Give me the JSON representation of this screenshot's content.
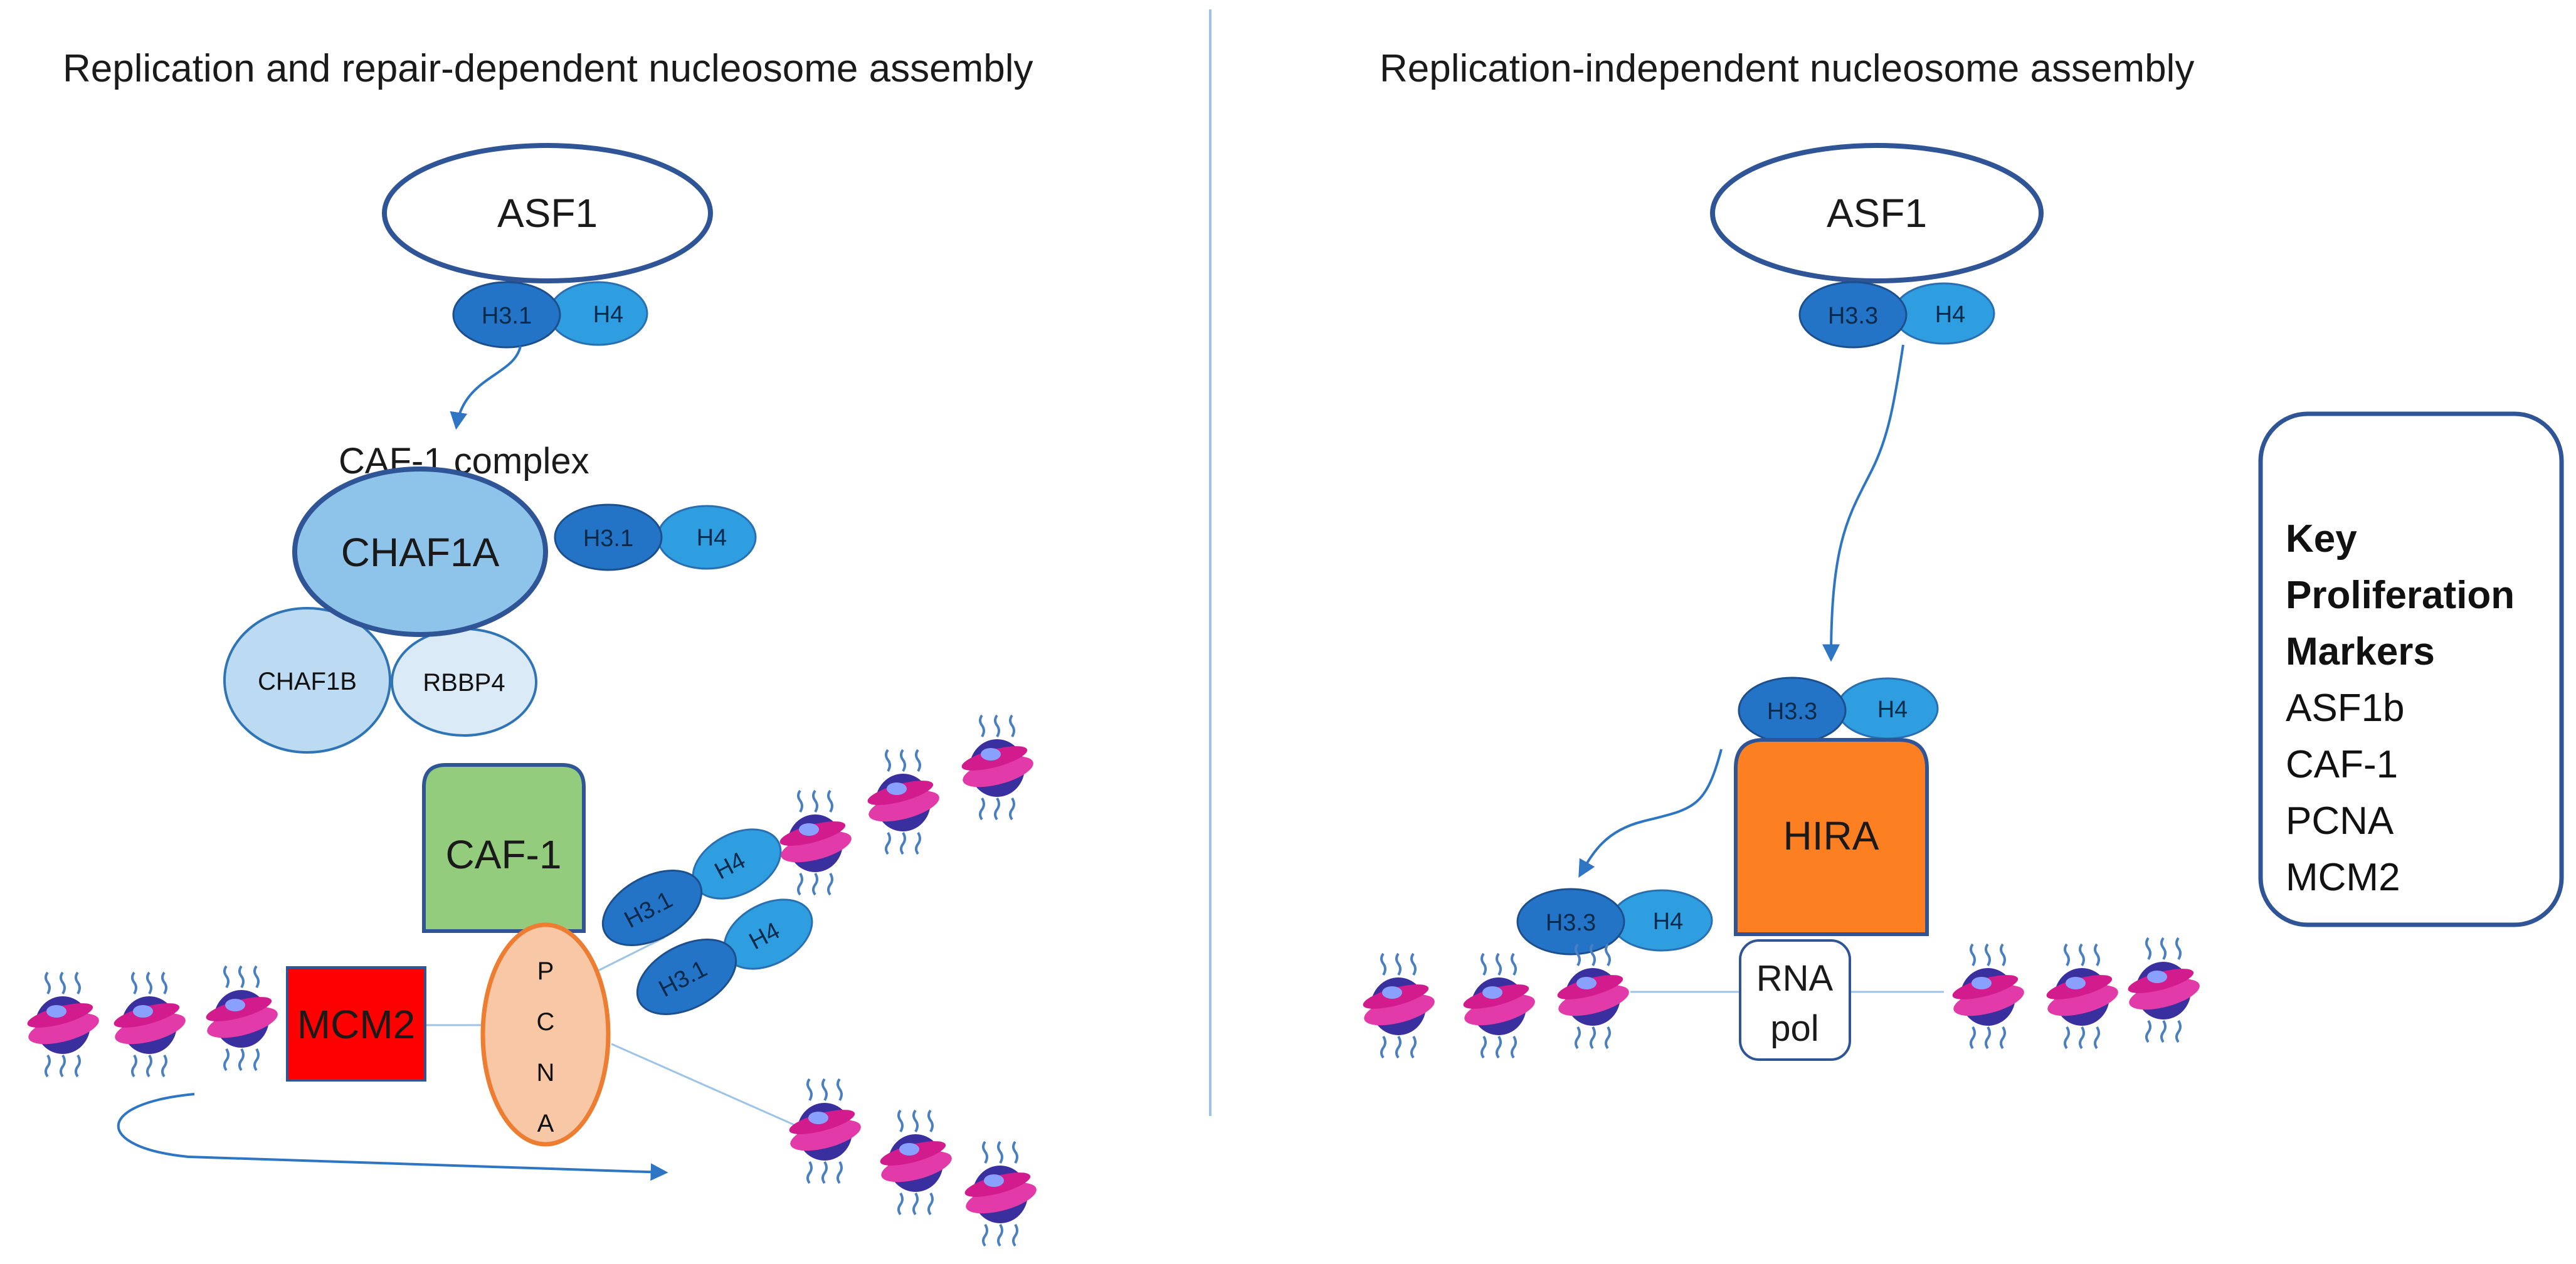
{
  "left_panel": {
    "title": "Replication and repair-dependent nucleosome assembly",
    "asf1": "ASF1",
    "asf1_histones": [
      "H3.1",
      "H4"
    ],
    "caf1_complex_label": "CAF-1 complex",
    "chaf1a": "CHAF1A",
    "chaf1a_histones": [
      "H3.1",
      "H4"
    ],
    "chaf1b": "CHAF1B",
    "rbbp4": "RBBP4",
    "caf1_box": "CAF-1",
    "mcm2": "MCM2",
    "pcna_letters": [
      "P",
      "C",
      "N",
      "A"
    ],
    "fork_histones": [
      "H3.1",
      "H4",
      "H4",
      "H3.1"
    ]
  },
  "right_panel": {
    "title": "Replication-independent nucleosome assembly",
    "asf1": "ASF1",
    "asf1_histones": [
      "H3.3",
      "H4"
    ],
    "hira_histones": [
      "H3.3",
      "H4"
    ],
    "hira": "HIRA",
    "deposited_histones": [
      "H3.3",
      "H4"
    ],
    "rna_pol": [
      "RNA",
      "pol"
    ]
  },
  "key_box": {
    "heading": [
      "Key",
      "Proliferation",
      "Markers"
    ],
    "items": [
      "ASF1b",
      "CAF-1",
      "PCNA",
      "MCM2"
    ]
  },
  "colors": {
    "dark_blue": "#2374c6",
    "light_blue": "#2e9ee0",
    "chaf1a_fill": "#8ec3ea",
    "chaf1b_fill": "#bcdbf2",
    "caf1_green": "#93cc7c",
    "mcm2_red": "#ff0000",
    "pcna_fill": "#f8c7a6",
    "hira_orange": "#fc7f22",
    "outline": "#2f5597"
  }
}
